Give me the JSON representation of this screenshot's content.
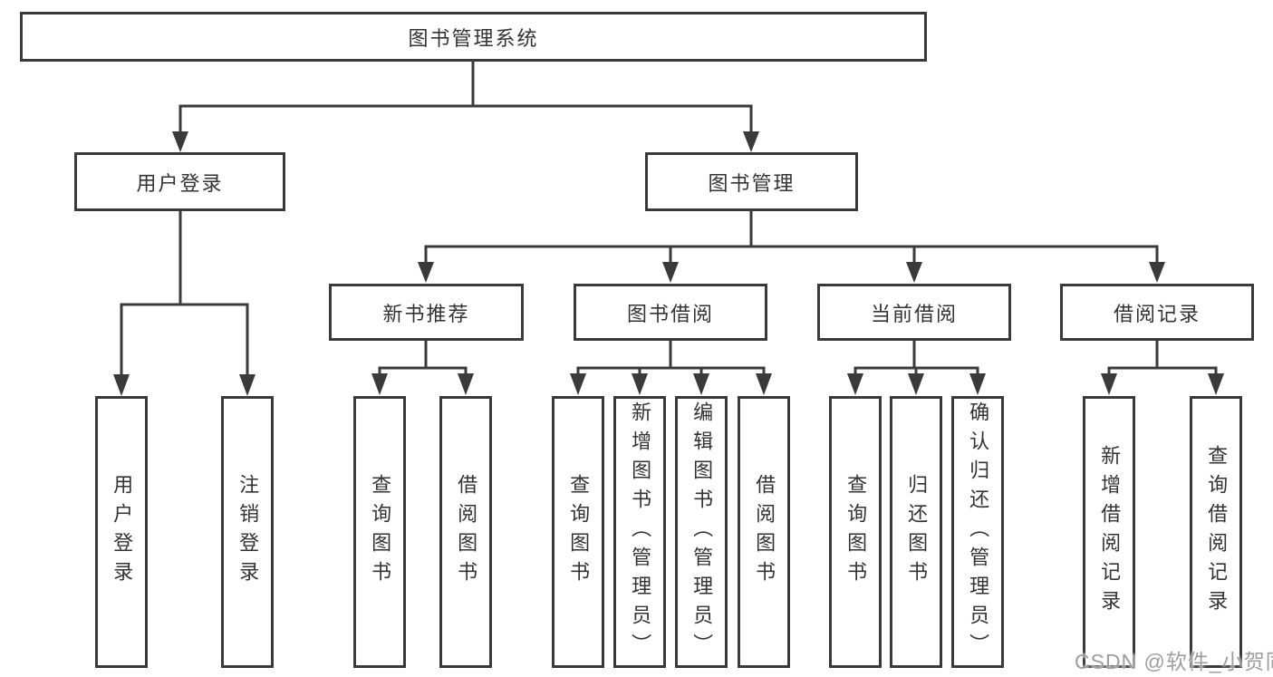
{
  "tree": {
    "label": "图书管理系统",
    "children": [
      {
        "label": "用户登录",
        "children": [
          {
            "label": "用户登录"
          },
          {
            "label": "注销登录"
          }
        ]
      },
      {
        "label": "图书管理",
        "children": [
          {
            "label": "新书推荐",
            "children": [
              {
                "label": "查询图书"
              },
              {
                "label": "借阅图书"
              }
            ]
          },
          {
            "label": "图书借阅",
            "children": [
              {
                "label": "查询图书"
              },
              {
                "label": "新增图书（管理员）"
              },
              {
                "label": "编辑图书（管理员）"
              },
              {
                "label": "借阅图书"
              }
            ]
          },
          {
            "label": "当前借阅",
            "children": [
              {
                "label": "查询图书"
              },
              {
                "label": "归还图书"
              },
              {
                "label": "确认归还（管理员）"
              }
            ]
          },
          {
            "label": "借阅记录",
            "children": [
              {
                "label": "新增借阅记录"
              },
              {
                "label": "查询借阅记录"
              }
            ]
          }
        ]
      }
    ]
  },
  "watermark": "CSDN @软件_小贺同学",
  "colors": {
    "line": "#3a3a3a",
    "text": "#333333",
    "watermark": "#969696",
    "background": "#ffffff"
  }
}
